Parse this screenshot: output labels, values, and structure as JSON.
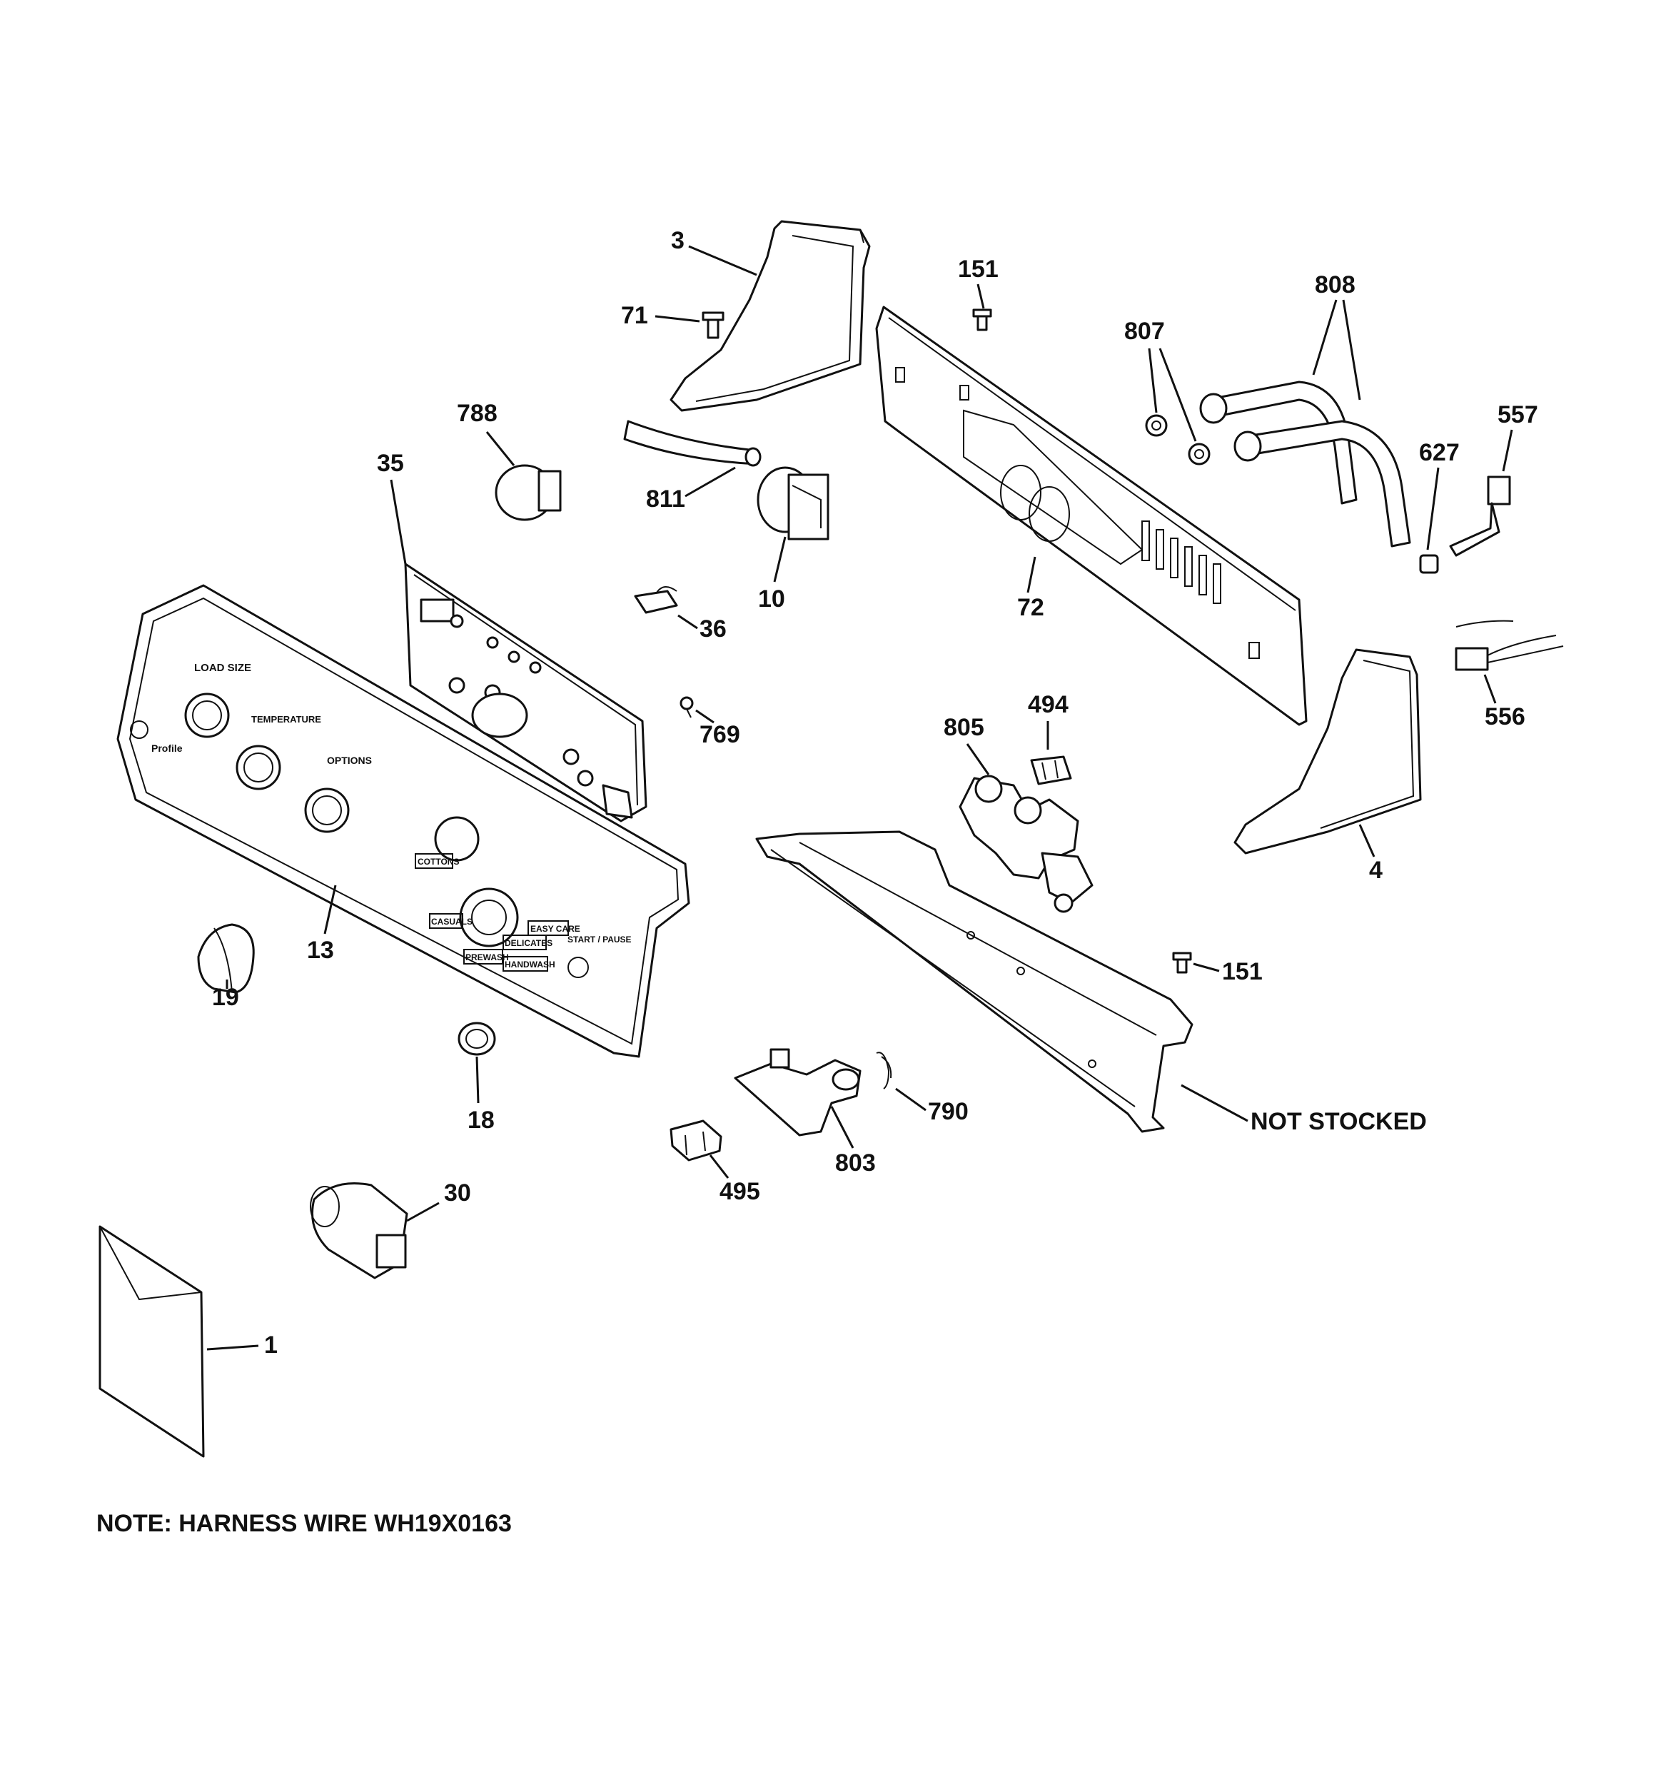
{
  "callouts": {
    "c1": "1",
    "c3": "3",
    "c4": "4",
    "c10": "10",
    "c13": "13",
    "c18": "18",
    "c19": "19",
    "c30": "30",
    "c35": "35",
    "c36": "36",
    "c71": "71",
    "c72": "72",
    "c151a": "151",
    "c151b": "151",
    "c494": "494",
    "c495": "495",
    "c556": "556",
    "c557": "557",
    "c627": "627",
    "c769": "769",
    "c788": "788",
    "c790": "790",
    "c803": "803",
    "c805": "805",
    "c807": "807",
    "c808": "808",
    "c811": "811",
    "not_stocked": "NOT STOCKED"
  },
  "panel_text": {
    "load_size": "LOAD SIZE",
    "temperature": "TEMPERATURE",
    "options": "OPTIONS",
    "cottons": "COTTONS",
    "easy_care": "EASY CARE",
    "delicates": "DELICATES",
    "casuals": "CASUALS",
    "prewash": "PREWASH",
    "handwash": "HANDWASH",
    "start_pause": "START / PAUSE",
    "brand": "Profile"
  },
  "note": "NOTE: HARNESS WIRE WH19X0163"
}
